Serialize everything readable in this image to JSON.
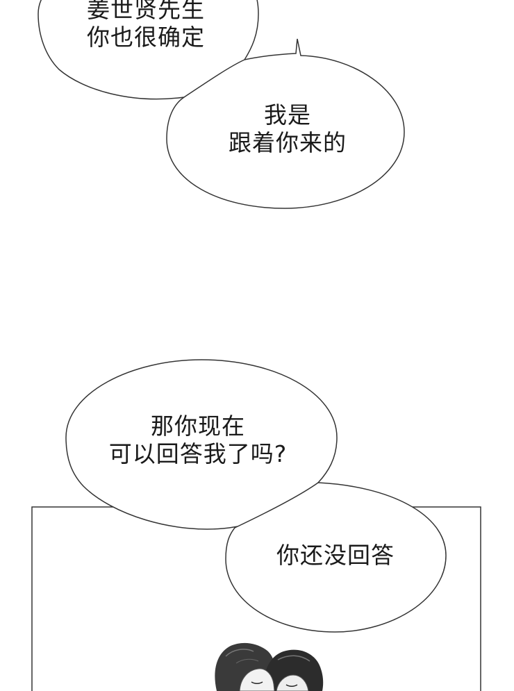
{
  "colors": {
    "background": "#ffffff",
    "ink": "#1a1a1a",
    "bubble_fill": "#ffffff",
    "bubble_stroke": "#333333"
  },
  "bubbles": [
    {
      "lines": [
        "姜世贤先生",
        "你也很确定"
      ]
    },
    {
      "lines": [
        "我是",
        "跟着你来的"
      ]
    },
    {
      "lines": [
        "那你现在",
        "可以回答我了吗?"
      ]
    },
    {
      "lines": [
        "你还没回答"
      ]
    }
  ],
  "panel": {
    "illustration": "two characters embracing, partially visible at panel bottom"
  }
}
